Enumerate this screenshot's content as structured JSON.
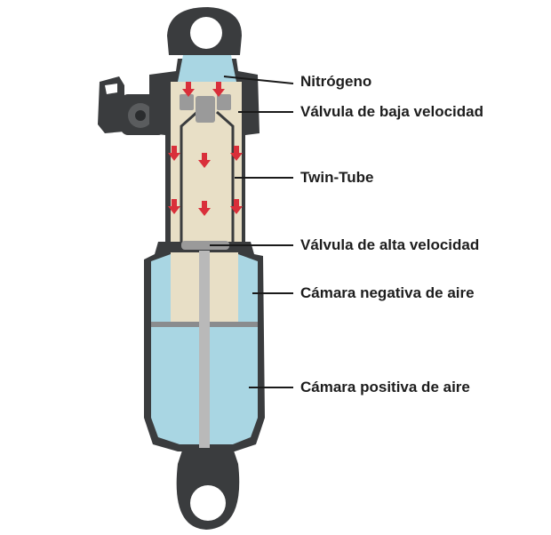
{
  "diagram": {
    "colors": {
      "housing": "#3a3c3e",
      "oil": "#e8dfc6",
      "air": "#a9d6e3",
      "valve": "#9a9a9a",
      "shaft": "#b9b9b9",
      "arrow": "#d92f3a",
      "leader": "#1a1a1a"
    },
    "callouts": [
      {
        "id": "nitrogen",
        "label": "Nitrógeno"
      },
      {
        "id": "low-speed-valve",
        "label": "Válvula de baja velocidad"
      },
      {
        "id": "twin-tube",
        "label": "Twin-Tube"
      },
      {
        "id": "high-speed-valve",
        "label": "Válvula de alta velocidad"
      },
      {
        "id": "negative-air-chamber",
        "label": "Cámara negativa de aire"
      },
      {
        "id": "positive-air-chamber",
        "label": "Cámara positiva de aire"
      }
    ]
  }
}
